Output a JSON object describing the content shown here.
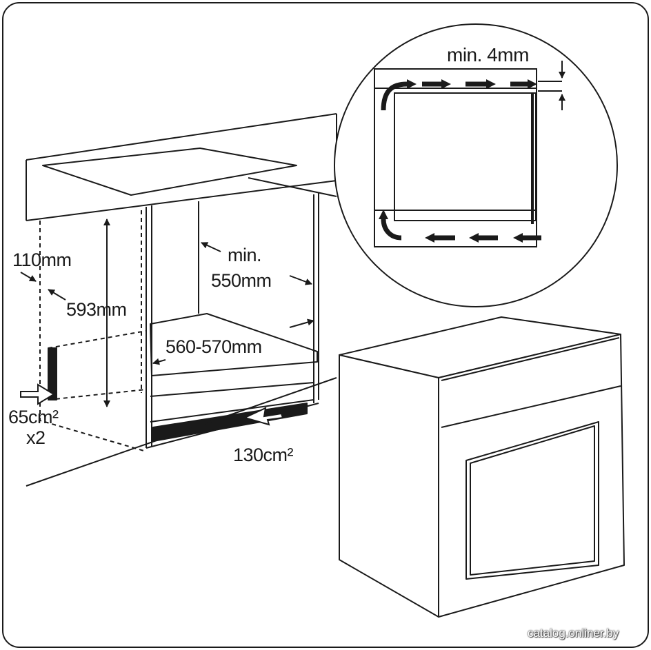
{
  "labels": {
    "min_4mm": "min. 4mm",
    "mm_110": "110mm",
    "mm_593": "593mm",
    "min": "min.",
    "mm_550": "550mm",
    "mm_560_570": "560-570mm",
    "cm2_65": "65cm²",
    "x2": "x2",
    "cm2_130": "130cm²"
  },
  "watermark": "catalog.onliner.by",
  "colors": {
    "line": "#1a1a1a",
    "background": "#ffffff"
  }
}
